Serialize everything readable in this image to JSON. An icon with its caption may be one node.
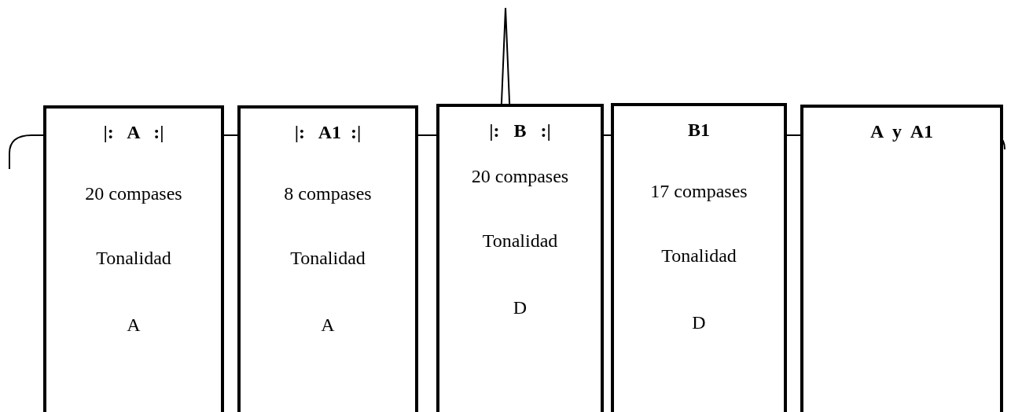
{
  "diagram": {
    "nodes": [
      {
        "text": [
          "|:   A   :|",
          "20 compases",
          "Tonalidad",
          "A"
        ]
      },
      {
        "text": [
          "|:   A1  :|",
          "8 compases",
          "Tonalidad",
          "A"
        ]
      },
      {
        "text": [
          "|:   B   :|",
          "20 compases",
          "Tonalidad",
          "D"
        ]
      },
      {
        "text": [
          "B1",
          "17 compases",
          "Tonalidad",
          "D"
        ]
      },
      {
        "text": [
          "A  y  A1"
        ]
      }
    ]
  }
}
